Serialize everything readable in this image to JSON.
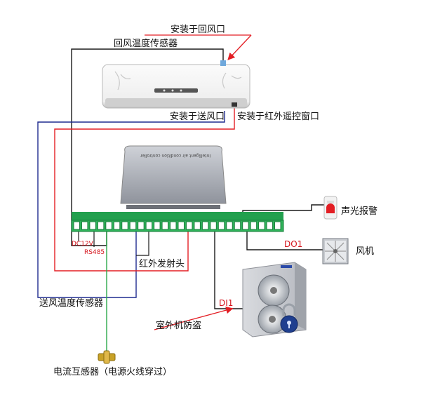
{
  "labels": {
    "install_return_vent": "安装于回风口",
    "return_air_sensor": "回风温度传感器",
    "install_supply_vent": "安装于送风口",
    "install_ir_window": "安装于红外遥控窗口",
    "sound_light_alarm": "声光报警",
    "do1": "DO1",
    "fan": "风机",
    "dc12v": "DC12V",
    "rs485": "RS485",
    "ir_emitter": "红外发射头",
    "di1": "DI1",
    "supply_air_sensor": "送风温度传感器",
    "outdoor_antitheft": "室外机防盗",
    "current_transformer": "电流互感器（电源火线穿过）",
    "controller_caption": "Intelligent air condition controller"
  },
  "colors": {
    "red_wire": "#e31e24",
    "blue_wire": "#1f2b8f",
    "black_wire": "#1a1a1a",
    "green_wire": "#2aa84a",
    "terminal_green": "#2fb35a",
    "text_red": "#d4141c"
  },
  "icons": {
    "indoor_unit": "air-conditioner-indoor-unit",
    "controller": "controller-box",
    "alarm": "siren-icon",
    "fan": "exhaust-fan-icon",
    "outdoor_unit": "outdoor-unit-icon",
    "lock": "padlock-icon",
    "ct": "current-transformer-icon"
  }
}
